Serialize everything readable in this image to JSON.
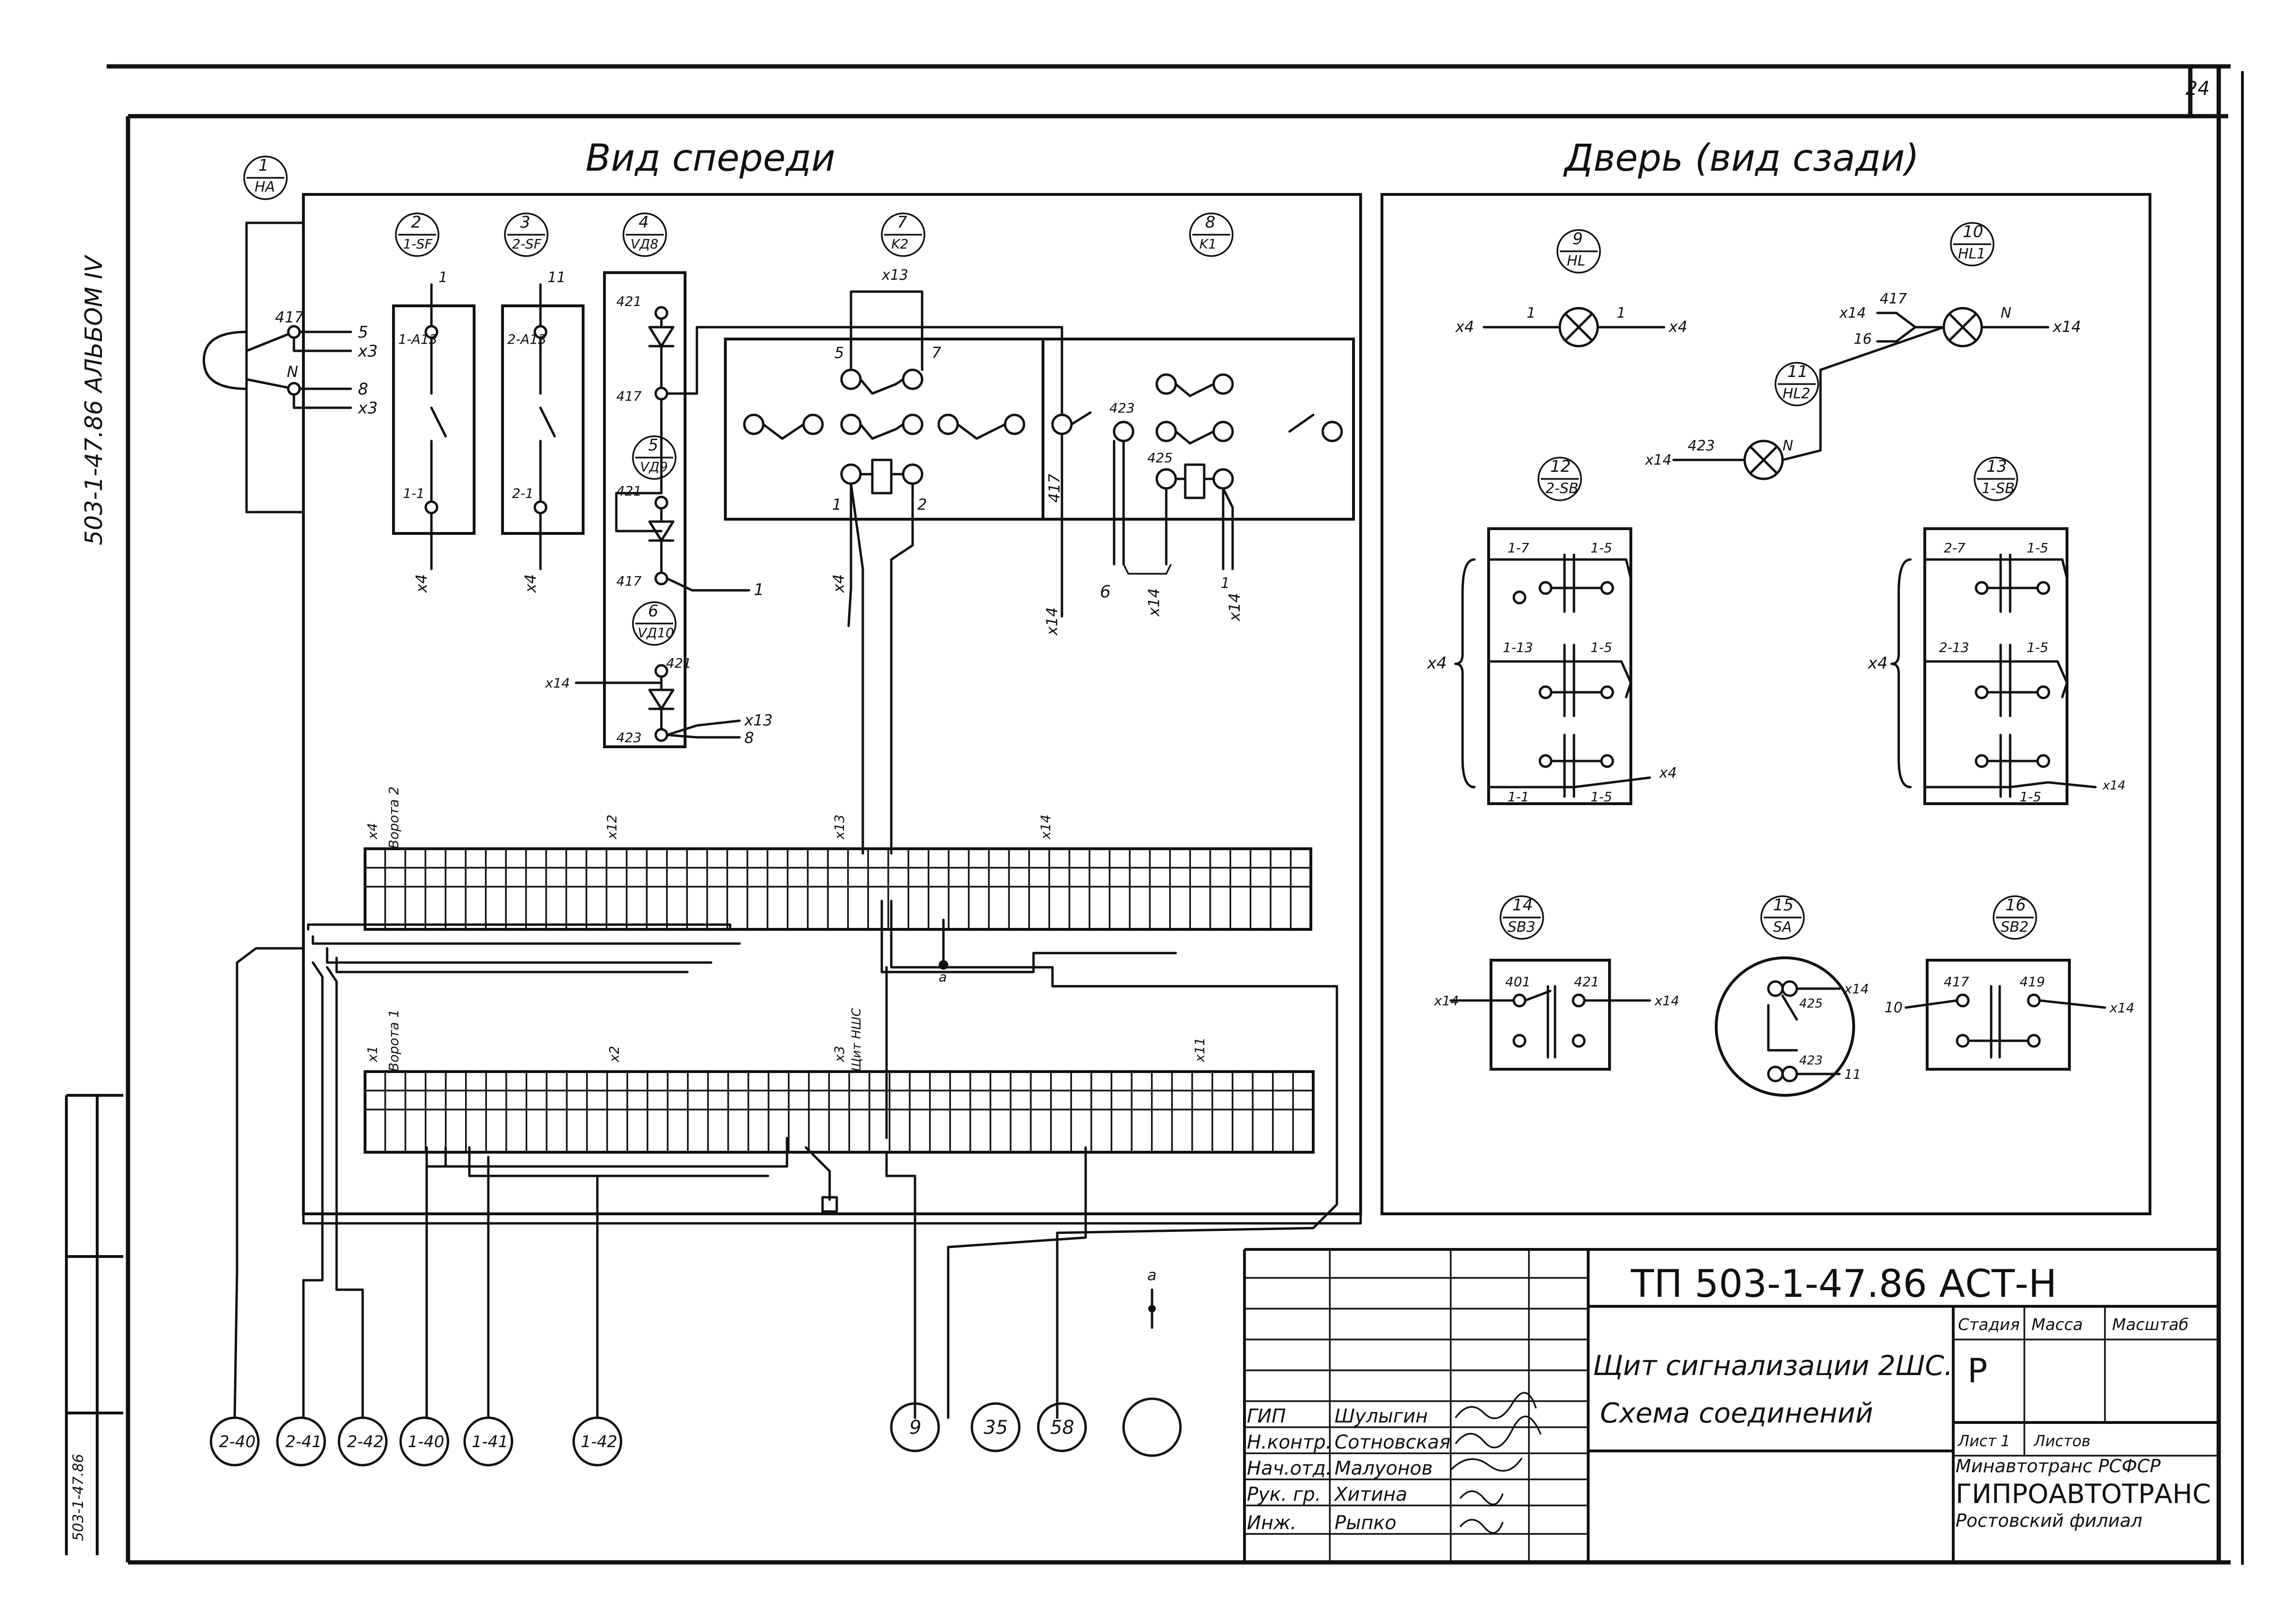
{
  "sheet_number": "24",
  "side_stamp": "503-1-47.86 АЛЬБОМ IV",
  "side_stamp2": "503-1-47.86",
  "sections": {
    "front_view": "Вид спереди",
    "door_view": "Дверь (вид сзади)"
  },
  "devices": [
    {
      "num": "1",
      "code": "HA"
    },
    {
      "num": "2",
      "code": "1-SF"
    },
    {
      "num": "3",
      "code": "2-SF"
    },
    {
      "num": "4",
      "code": "VД8"
    },
    {
      "num": "5",
      "code": "VД9"
    },
    {
      "num": "6",
      "code": "VД10"
    },
    {
      "num": "7",
      "code": "K2"
    },
    {
      "num": "8",
      "code": "K1"
    },
    {
      "num": "9",
      "code": "HL"
    },
    {
      "num": "10",
      "code": "HL1"
    },
    {
      "num": "11",
      "code": "HL2"
    },
    {
      "num": "12",
      "code": "2-SB"
    },
    {
      "num": "13",
      "code": "1-SB"
    },
    {
      "num": "14",
      "code": "SB3"
    },
    {
      "num": "15",
      "code": "SA"
    },
    {
      "num": "16",
      "code": "SB2"
    }
  ],
  "wire_labels": {
    "w417": "417",
    "wN": "N",
    "w5": "5",
    "w8": "8",
    "x3a": "x3",
    "x3b": "x3",
    "w1": "1",
    "w11": "11",
    "a1a13": "1-A13",
    "a2a13": "2-A13",
    "t11": "1-1",
    "t21": "2-1",
    "x4": "x4",
    "w421": "421",
    "w423": "423",
    "w425": "425",
    "w401": "401",
    "w419": "419",
    "x13": "x13",
    "x14": "x14",
    "w6": "6",
    "w7": "7",
    "w2": "2",
    "w10": "10",
    "w16": "16",
    "t17": "1-7",
    "t15": "1-5",
    "t113": "1-13",
    "t27": "2-7",
    "t213": "2-13",
    "t11b": "1-1",
    "x14t": "x14",
    "a": "a"
  },
  "terminal_blocks": {
    "upper_left_label": "x4",
    "upper_right_label": "x14",
    "lower_left_label": "x1",
    "lower_right_label": "x3",
    "gate_label": "Ворота 2",
    "gate_label2": "Ворота 1",
    "shield_label": "Щит НШС",
    "x12": "x12",
    "x2": "x2",
    "x11": "x11"
  },
  "bottom_circles": [
    "2-40",
    "2-41",
    "2-42",
    "1-40",
    "1-41",
    "1-42",
    "9",
    "35",
    "58",
    ""
  ],
  "title_block": {
    "doc_code": "ТП  503-1-47.86  АСТ-Н",
    "title_line1": "Щит сигнализации 2ШС.",
    "title_line2": "Схема соединений",
    "stage_header": "Стадия",
    "mass_header": "Масса",
    "scale_header": "Масштаб",
    "stage_value": "Р",
    "sheet_label": "Лист",
    "sheet_value": "1",
    "sheets_label": "Листов",
    "org1": "Минавтотранс РСФСР",
    "org2": "ГИПРОАВТОТРАНС",
    "org3": "Ростовский филиал",
    "roles": [
      {
        "role": "ГИП",
        "name": "Шулыгин"
      },
      {
        "role": "Н.контр.",
        "name": "Сотновская"
      },
      {
        "role": "Нач.отд.",
        "name": "Малуонов"
      },
      {
        "role": "Рук. гр.",
        "name": "Хитина"
      },
      {
        "role": "Инж.",
        "name": "Рыпко"
      }
    ]
  }
}
